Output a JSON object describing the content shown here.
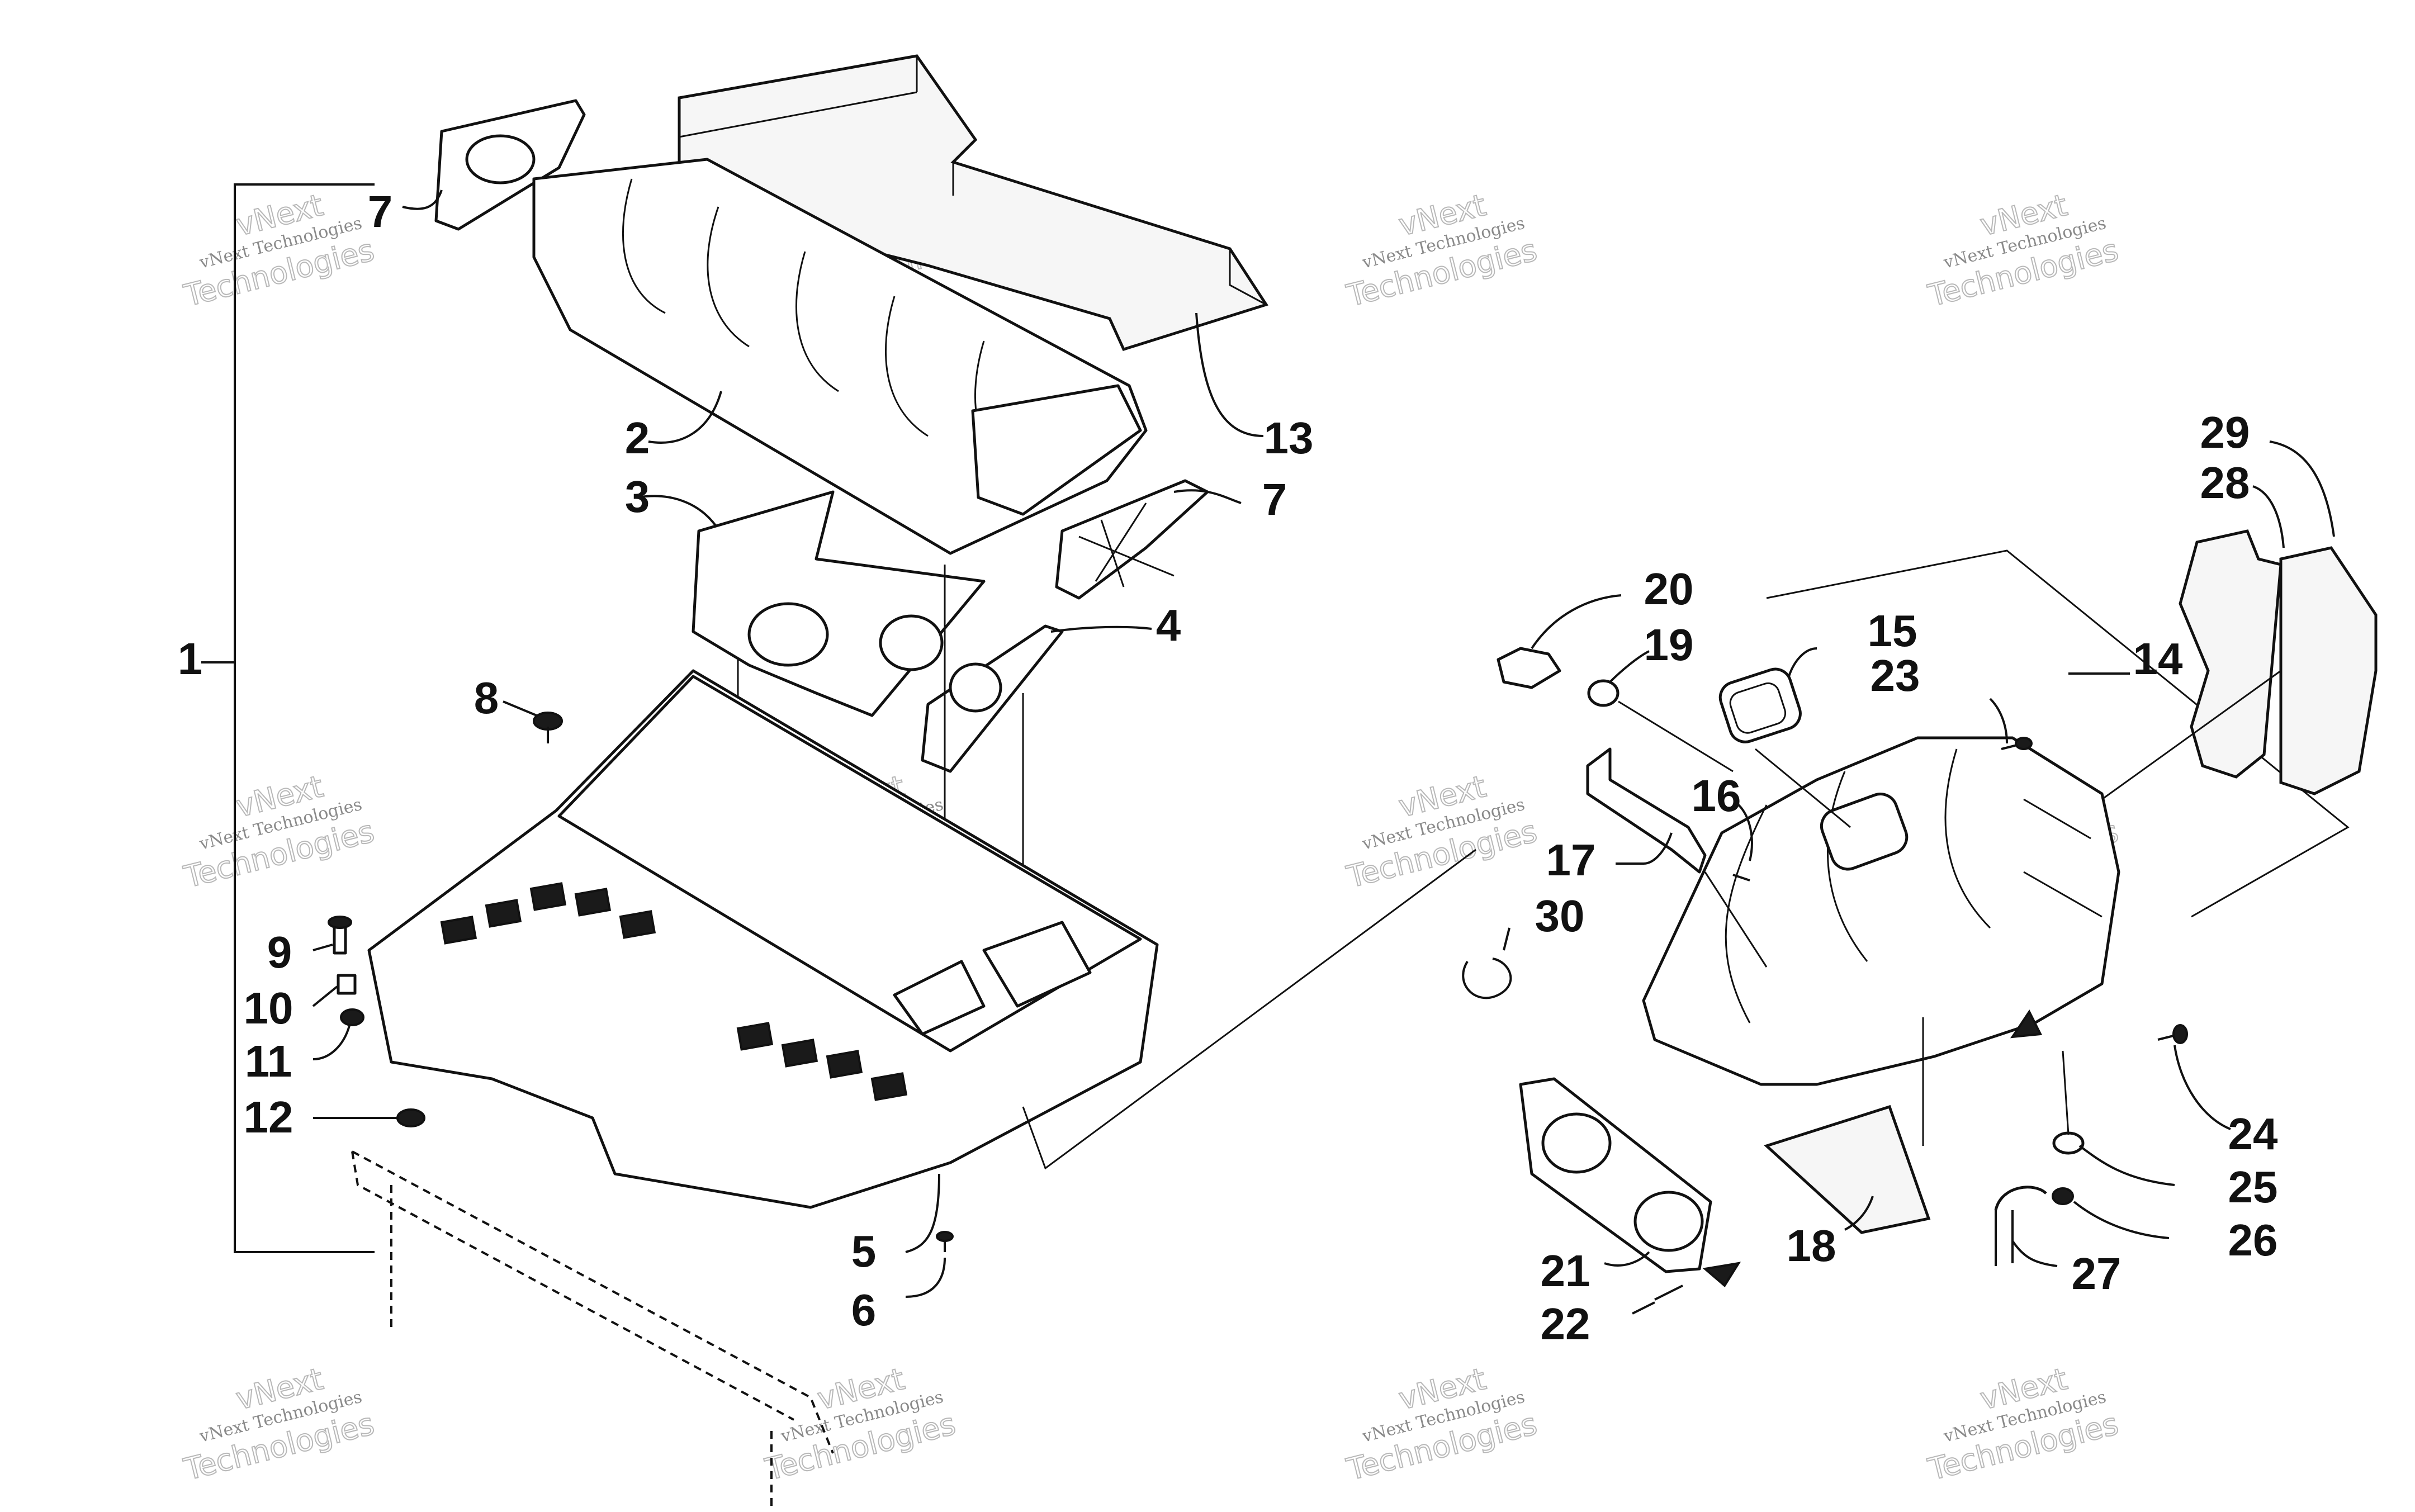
{
  "watermark": {
    "line1": "vNext Technologies",
    "line2": "vNext",
    "line3": "Technologies"
  },
  "callouts": {
    "c1": "1",
    "c2": "2",
    "c3": "3",
    "c4": "4",
    "c5": "5",
    "c6": "6",
    "c7a": "7",
    "c7b": "7",
    "c8": "8",
    "c9": "9",
    "c10": "10",
    "c11": "11",
    "c12": "12",
    "c13": "13",
    "c14": "14",
    "c15": "15",
    "c16": "16",
    "c17": "17",
    "c18": "18",
    "c19": "19",
    "c20": "20",
    "c21": "21",
    "c22": "22",
    "c23": "23",
    "c24": "24",
    "c25": "25",
    "c26": "26",
    "c27": "27",
    "c28": "28",
    "c29": "29",
    "c30": "30"
  }
}
